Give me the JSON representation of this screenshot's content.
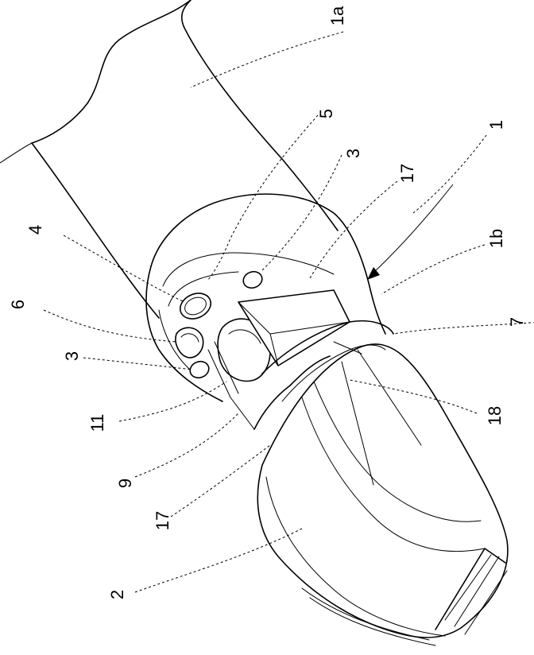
{
  "labels": {
    "l1a": "1a",
    "l5": "5",
    "l3a": "3",
    "l17a": "17",
    "l1": "1",
    "l4": "4",
    "l1b": "1b",
    "l6": "6",
    "l7": "7",
    "l3b": "3",
    "l11": "11",
    "l18": "18",
    "l9": "9",
    "l17b": "17",
    "l2": "2"
  }
}
